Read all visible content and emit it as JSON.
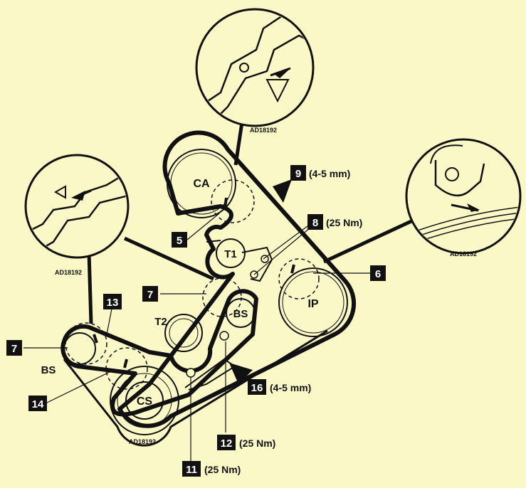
{
  "pulleys": {
    "ca": "CA",
    "t1": "T1",
    "bs_small": "BS",
    "t2": "T2",
    "ip": "IP",
    "cs": "CS",
    "bs_left": "BS"
  },
  "callouts": [
    {
      "num": "9",
      "text": "(4-5 mm)"
    },
    {
      "num": "8",
      "text": "(25 Nm)"
    },
    {
      "num": "5",
      "text": ""
    },
    {
      "num": "6",
      "text": ""
    },
    {
      "num": "7",
      "text": ""
    },
    {
      "num": "13",
      "text": ""
    },
    {
      "num": "7",
      "text": ""
    },
    {
      "num": "14",
      "text": ""
    },
    {
      "num": "16",
      "text": "(4-5 mm)"
    },
    {
      "num": "12",
      "text": "(25 Nm)"
    },
    {
      "num": "11",
      "text": "(25 Nm)"
    }
  ],
  "refs": {
    "top": "AD18192",
    "left": "AD18192",
    "right": "AD18192",
    "bottom": "AD18192"
  },
  "colors": {
    "background": "#fbf8c8",
    "ink": "#111111"
  }
}
